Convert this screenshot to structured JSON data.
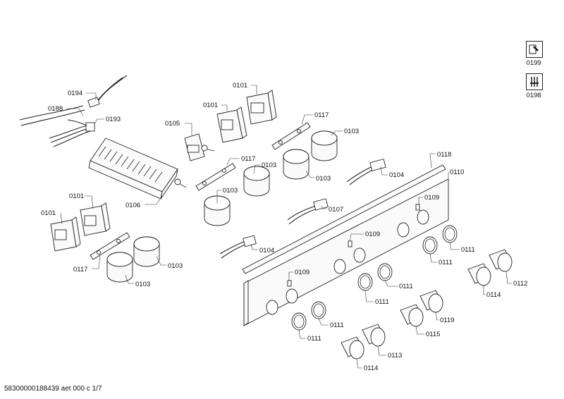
{
  "labels": {
    "l0194": "0194",
    "l0188": "0188",
    "l0193": "0193",
    "l0106": "0106",
    "l0101a": "0101",
    "l0101b": "0101",
    "l0101c": "0101",
    "l0101d": "0101",
    "l0105": "0105",
    "l0117a": "0117",
    "l0117b": "0117",
    "l0117c": "0117",
    "l0103a": "0103",
    "l0103b": "0103",
    "l0103c": "0103",
    "l0103d": "0103",
    "l0103e": "0103",
    "l0103f": "0103",
    "l0104a": "0104",
    "l0104b": "0104",
    "l0107": "0107",
    "l0118": "0118",
    "l0110": "0110",
    "l0109a": "0109",
    "l0109b": "0109",
    "l0109c": "0109",
    "l0111a": "0111",
    "l0111b": "0111",
    "l0111c": "0111",
    "l0111d": "0111",
    "l0111e": "0111",
    "l0111f": "0111",
    "l0112": "0112",
    "l0114a": "0114",
    "l0114b": "0114",
    "l0115": "0115",
    "l0119": "0119",
    "l0113": "0113"
  },
  "side_icons": {
    "service": {
      "icon": "service-manual-icon",
      "label": "0199"
    },
    "tools": {
      "icon": "tools-icon",
      "label": "0198"
    }
  },
  "footer": {
    "text": "58300000188439 aet 000 c 1/7"
  }
}
